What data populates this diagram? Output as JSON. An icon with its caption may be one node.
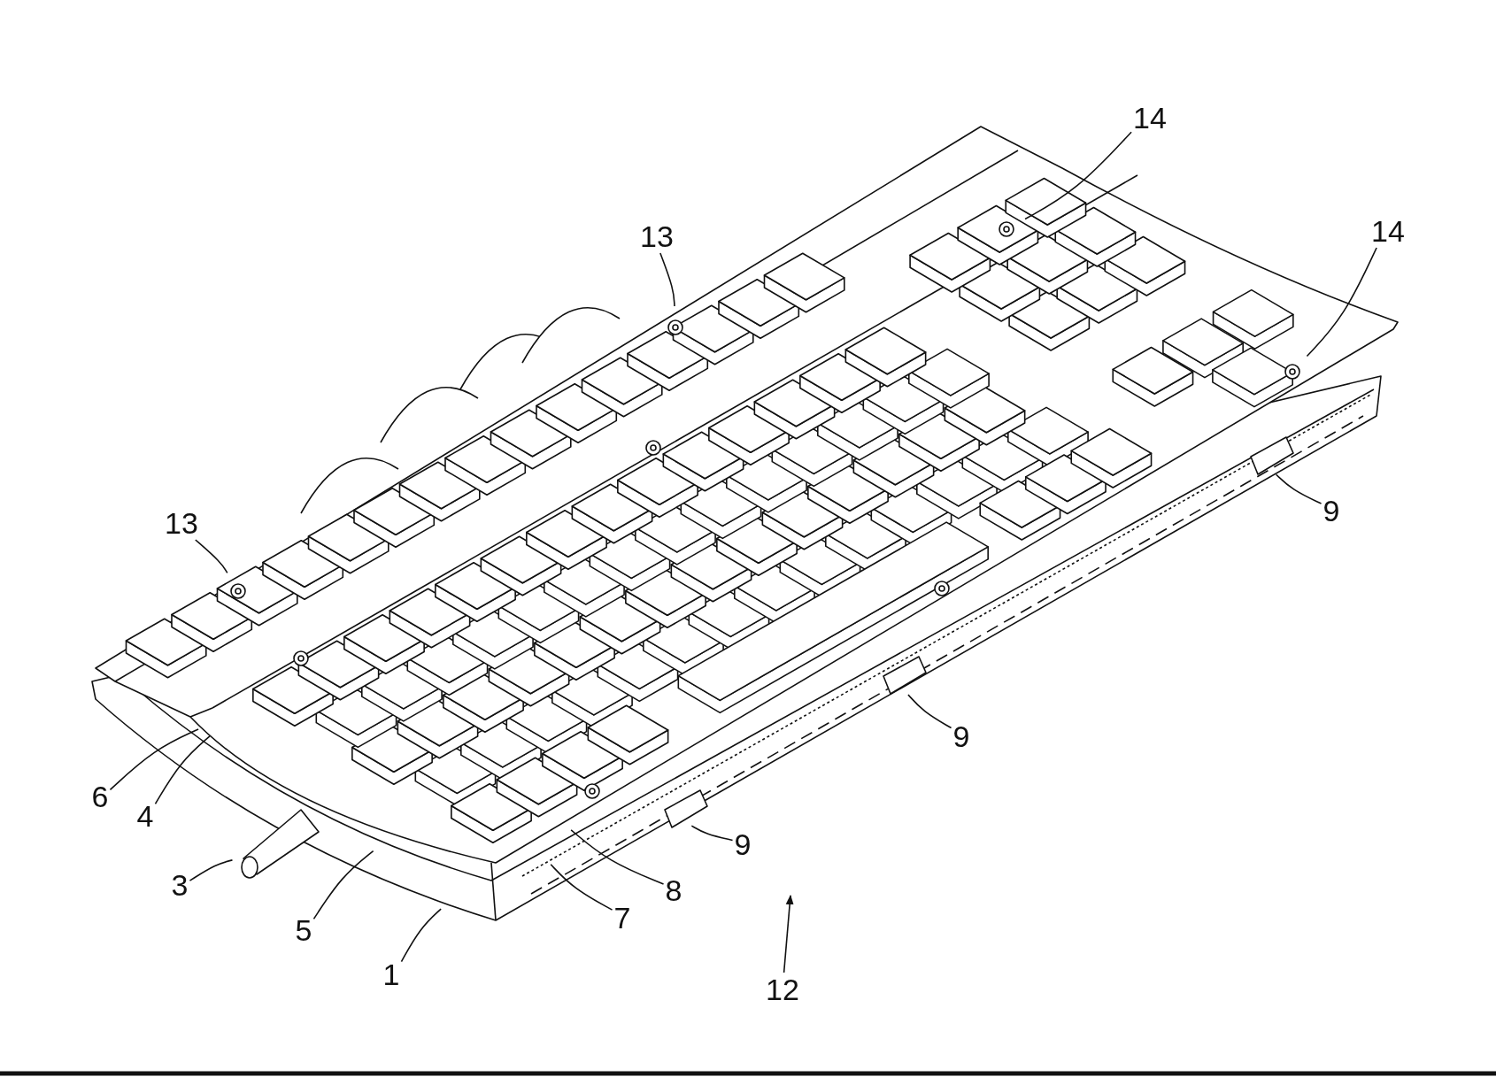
{
  "diagram": {
    "nodes": [
      {
        "text": [
          "14"
        ]
      },
      {
        "text": [
          "13"
        ]
      },
      {
        "text": [
          "14"
        ]
      },
      {
        "text": [
          "13"
        ]
      },
      {
        "text": [
          "9"
        ]
      },
      {
        "text": [
          "9"
        ]
      },
      {
        "text": [
          "6"
        ]
      },
      {
        "text": [
          "4"
        ]
      },
      {
        "text": [
          "9"
        ]
      },
      {
        "text": [
          "3"
        ]
      },
      {
        "text": [
          "8"
        ]
      },
      {
        "text": [
          "7"
        ]
      },
      {
        "text": [
          "5"
        ]
      },
      {
        "text": [
          "1"
        ]
      },
      {
        "text": [
          "12"
        ]
      }
    ],
    "edges": [
      {
        "from": 0,
        "to": null,
        "arrow": "none"
      },
      {
        "from": 1,
        "to": null,
        "arrow": "none"
      },
      {
        "from": 2,
        "to": null,
        "arrow": "none"
      },
      {
        "from": 3,
        "to": null,
        "arrow": "none"
      },
      {
        "from": 4,
        "to": null,
        "arrow": "none"
      },
      {
        "from": 5,
        "to": null,
        "arrow": "none"
      },
      {
        "from": 6,
        "to": null,
        "arrow": "none"
      },
      {
        "from": 7,
        "to": null,
        "arrow": "none"
      },
      {
        "from": 8,
        "to": null,
        "arrow": "none"
      },
      {
        "from": 9,
        "to": null,
        "arrow": "none"
      },
      {
        "from": 10,
        "to": null,
        "arrow": "none"
      },
      {
        "from": 11,
        "to": null,
        "arrow": "none"
      },
      {
        "from": 12,
        "to": null,
        "arrow": "none"
      },
      {
        "from": 13,
        "to": null,
        "arrow": "none"
      },
      {
        "from": 14,
        "to": null,
        "arrow": "to"
      }
    ]
  }
}
